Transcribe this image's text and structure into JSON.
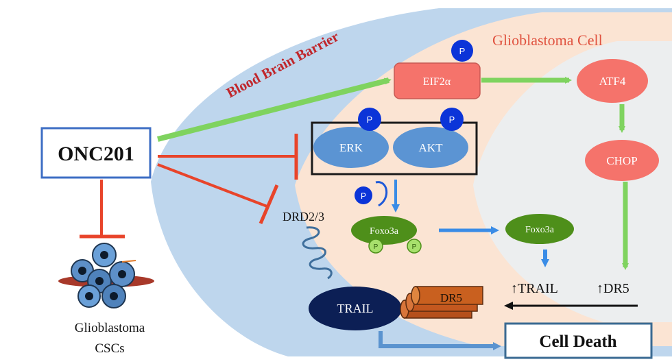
{
  "labels": {
    "blood_brain_barrier": "Blood Brain Barrier",
    "glioblastoma_cell": "Glioblastoma Cell",
    "onc201": "ONC201",
    "eif2a": "EIF2α",
    "atf4": "ATF4",
    "chop": "CHOP",
    "erk": "ERK",
    "akt": "AKT",
    "drd": "DRD2/3",
    "foxo3a_left": "Foxo3a",
    "foxo3a_right": "Foxo3a",
    "up_trail": "↑TRAIL",
    "up_dr5": "↑DR5",
    "trail": "TRAIL",
    "dr5": "DR5",
    "cell_death": "Cell Death",
    "csc_line1": "Glioblastoma",
    "csc_line2": "CSCs",
    "phospho": "P"
  },
  "colors": {
    "bbb_blue": "#bed6ed",
    "bbb_text": "#c0262b",
    "cell_peach": "#fbe4d3",
    "inner_grey": "#eceeef",
    "cell_title": "#e0523f",
    "red_node": "#f5736b",
    "blue_node": "#5b94d3",
    "phospho_blue": "#0b34d8",
    "green_node": "#4e8f1a",
    "green_arrow": "#7fd35f",
    "blue_arrow": "#3a8ce6",
    "inhibit_red": "#e8442a",
    "navy": "#0c1f55",
    "dr5_orange": "#c4581f",
    "box_blue": "#3d6ec4"
  }
}
